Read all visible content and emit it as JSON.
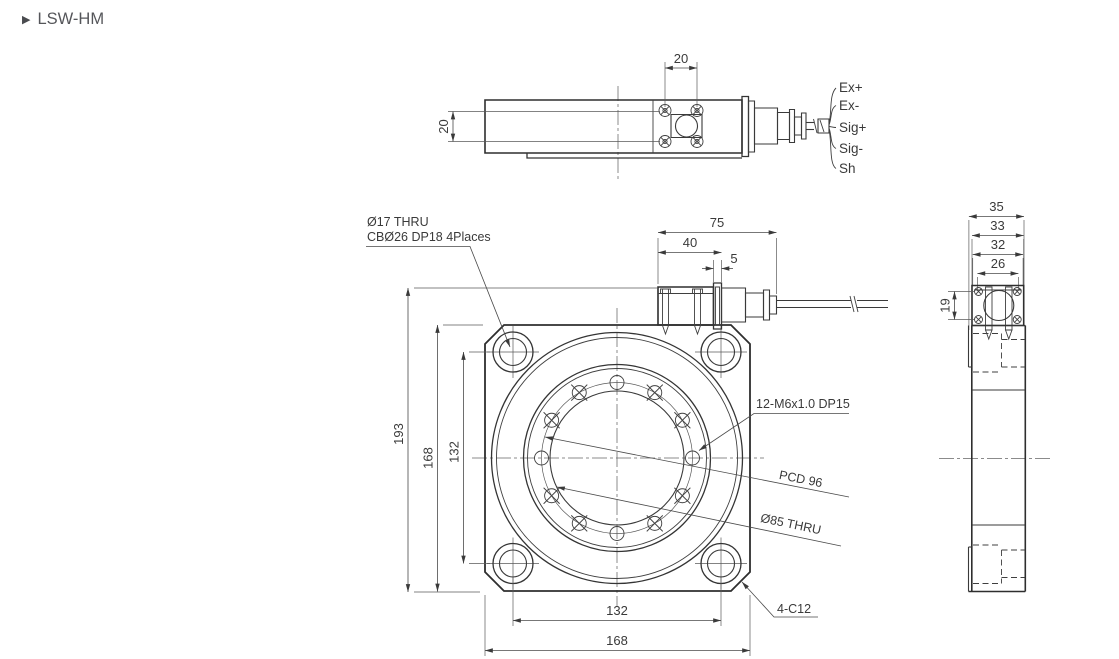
{
  "title": {
    "marker": "▶",
    "model": "LSW-HM"
  },
  "top_view": {
    "dim_screw_spacing_h": "20",
    "dim_screw_spacing_v": "20",
    "wire_labels": [
      "Ex+",
      "Ex-",
      "Sig+",
      "Sig-",
      "Sh"
    ]
  },
  "front_view": {
    "dims": {
      "connector_length": "75",
      "connector_body": "40",
      "connector_flange": "5",
      "height_total_with_connector": "193",
      "height_plate": "168",
      "height_holes": "132",
      "width_holes": "132",
      "width_total": "168"
    },
    "annotations": {
      "corner_hole_line1": "Ø17 THRU",
      "corner_hole_line2": "CBØ26 DP18 4Places",
      "tapped_holes": "12-M6x1.0 DP15",
      "pitch_circle": "PCD 96",
      "bore": "Ø85 THRU",
      "chamfer": "4-C12"
    }
  },
  "side_view": {
    "dims": {
      "d35": "35",
      "d33": "33",
      "d32": "32",
      "d26": "26",
      "d19": "19"
    }
  }
}
